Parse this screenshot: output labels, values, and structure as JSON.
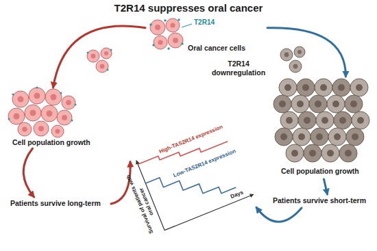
{
  "diagram": {
    "title": "T2R14 suppresses oral cancer",
    "nodes": [
      {
        "text": [
          "Oral cancer cells"
        ]
      },
      {
        "text": [
          "Cell population growth"
        ]
      },
      {
        "text": [
          "Patients survive long-term"
        ]
      },
      {
        "text": [
          "Cell population growth"
        ]
      },
      {
        "text": [
          "Patients survive short-term"
        ]
      },
      {
        "text": [
          "High-TAS2R14 expression",
          "Low-TAS2R14 expression",
          "Days",
          "Survival of patients with oral cancer"
        ]
      }
    ],
    "edges": [
      {
        "from": 0,
        "to": 1,
        "arrow": "to"
      },
      {
        "from": 1,
        "to": 2,
        "arrow": "to"
      },
      {
        "from": 2,
        "to": 5,
        "arrow": "to"
      },
      {
        "from": 0,
        "to": 3,
        "label": "T2R14 downregulation",
        "arrow": "to"
      },
      {
        "from": 3,
        "to": 4,
        "arrow": "to"
      },
      {
        "from": 4,
        "to": 5,
        "arrow": "to"
      }
    ],
    "labels": [
      "T2R14"
    ]
  }
}
